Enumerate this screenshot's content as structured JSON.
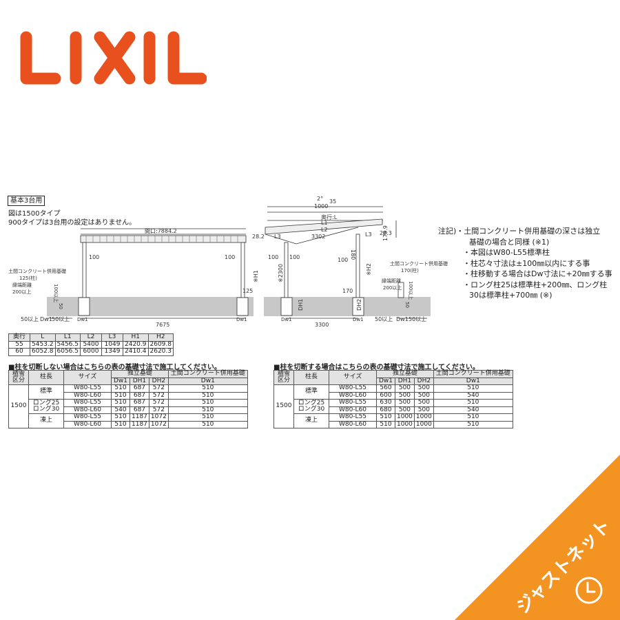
{
  "brand": {
    "logo_text": "LIXIL",
    "color": "#e8501e"
  },
  "section_label": "基本3台用",
  "figure_notes": [
    "図は1500タイプ",
    "900タイプは3台用の設定はありません。"
  ],
  "front_view": {
    "opening": "間口:7884.2",
    "left_offset": "100",
    "right_offset": "100",
    "foundation_label": "土間コンクリート併用基礎",
    "post_label": "125(柱)",
    "edge_label_1": "縁端距離",
    "edge_label_2": "200以上",
    "dim_100": "100以上",
    "dim_50": "50",
    "right_125": "125",
    "bottom_left": "50以上",
    "bottom_dw": "Dw1",
    "bottom_right": "50以上",
    "span": "7675"
  },
  "side_view": {
    "slope": "2°",
    "slope_value": "35",
    "top_1000": "1000",
    "depth": "奥行:L",
    "l1": "L1",
    "l2": "L2",
    "l3_left": "L3",
    "l3_right": "L3",
    "mid": "3302",
    "left_28": "28.2",
    "right_28": "28.3",
    "right_179": "179.9",
    "dim_100_left": "100",
    "dim_100_mid": "100",
    "dim_100_right": "100",
    "h1": "※H1",
    "h2300": "※2300",
    "h180": "180",
    "h2": "※H2",
    "dh1": "DH1",
    "dh2": "DH2",
    "dw1_left": "Dw1",
    "dw1_right": "Dw1",
    "dim_170": "170",
    "span": "3300",
    "foundation_label": "土間コンクリート併用基礎",
    "post_label": "170(柱)",
    "edge_label_1": "縁端距離",
    "edge_label_2": "200以上",
    "dim_100": "100以上",
    "dim_50": "50",
    "bottom_left": "50以上",
    "bottom_dw": "Dw1",
    "bottom_right": "50以上"
  },
  "notes": {
    "head": "注記)・土間コンクリート併用基礎の深さは独立",
    "lines": [
      {
        "text": "基礎の場合と同様 (※1)",
        "cls": "indent"
      },
      {
        "text": "・本図はW80-L55標準柱",
        "cls": "bullet"
      },
      {
        "text": "・柱芯々寸法は±100㎜以内にする事",
        "cls": "bullet"
      },
      {
        "text": "・柱移動する場合はDw寸法に+20㎜する事",
        "cls": "bullet"
      },
      {
        "text": "・ロング柱25は標準柱+200㎜、ロング柱",
        "cls": "bullet"
      },
      {
        "text": "30は標準柱+700㎜ (※)",
        "cls": "indent"
      }
    ]
  },
  "dimension_table": {
    "headers": [
      "奥行",
      "L",
      "L1",
      "L2",
      "L3",
      "H1",
      "H2"
    ],
    "rows": [
      [
        "55",
        "5453.2",
        "5456.5",
        "5400",
        "1049",
        "2420.9",
        "2609.8"
      ],
      [
        "60",
        "6052.8",
        "6056.5",
        "6000",
        "1349",
        "2410.4",
        "2620.3"
      ]
    ]
  },
  "table_no_cut": {
    "caption": "■柱を切断しない場合はこちらの表の基礎寸法で施工してください。",
    "h_snow": "積雪\n区分",
    "h_post": "柱長",
    "h_size": "サイズ",
    "h_indep": "独立基礎",
    "h_slab": "土間コンクリート併用基礎",
    "sub": [
      "Dw1",
      "DH1",
      "DH2",
      "Dw1"
    ],
    "snow": "1500",
    "groups": [
      {
        "post": "標準",
        "rows": [
          [
            "W80-L55",
            "510",
            "687",
            "572",
            "510"
          ],
          [
            "W80-L60",
            "510",
            "687",
            "572",
            "510"
          ]
        ]
      },
      {
        "post": "ロング25\nロング30",
        "rows": [
          [
            "W80-L55",
            "510",
            "687",
            "572",
            "510"
          ],
          [
            "W80-L60",
            "540",
            "687",
            "572",
            "510"
          ]
        ]
      },
      {
        "post": "凍上",
        "rows": [
          [
            "W80-L55",
            "510",
            "1187",
            "1072",
            "510"
          ],
          [
            "W80-L60",
            "510",
            "1187",
            "1072",
            "510"
          ]
        ]
      }
    ]
  },
  "table_cut": {
    "caption": "■柱を切断する場合はこちらの表の基礎寸法で施工してください。",
    "h_snow": "積雪\n区分",
    "h_post": "柱長",
    "h_size": "サイズ",
    "h_indep": "独立基礎",
    "h_slab": "土間コンクリート併用基礎",
    "sub": [
      "Dw1",
      "DH1",
      "DH2",
      "Dw1"
    ],
    "snow": "1500",
    "groups": [
      {
        "post": "標準",
        "rows": [
          [
            "W80-L55",
            "560",
            "500",
            "500",
            "510"
          ],
          [
            "W80-L60",
            "600",
            "500",
            "500",
            "540"
          ]
        ]
      },
      {
        "post": "ロング25\nロング30",
        "rows": [
          [
            "W80-L55",
            "630",
            "500",
            "500",
            "510"
          ],
          [
            "W80-L60",
            "680",
            "500",
            "500",
            "540"
          ]
        ]
      },
      {
        "post": "凍上",
        "rows": [
          [
            "W80-L55",
            "510",
            "1000",
            "1000",
            "510"
          ],
          [
            "W80-L60",
            "510",
            "1000",
            "1000",
            "510"
          ]
        ]
      }
    ]
  },
  "shop_badge": {
    "text": "ジャストネット",
    "color": "#f39322"
  }
}
